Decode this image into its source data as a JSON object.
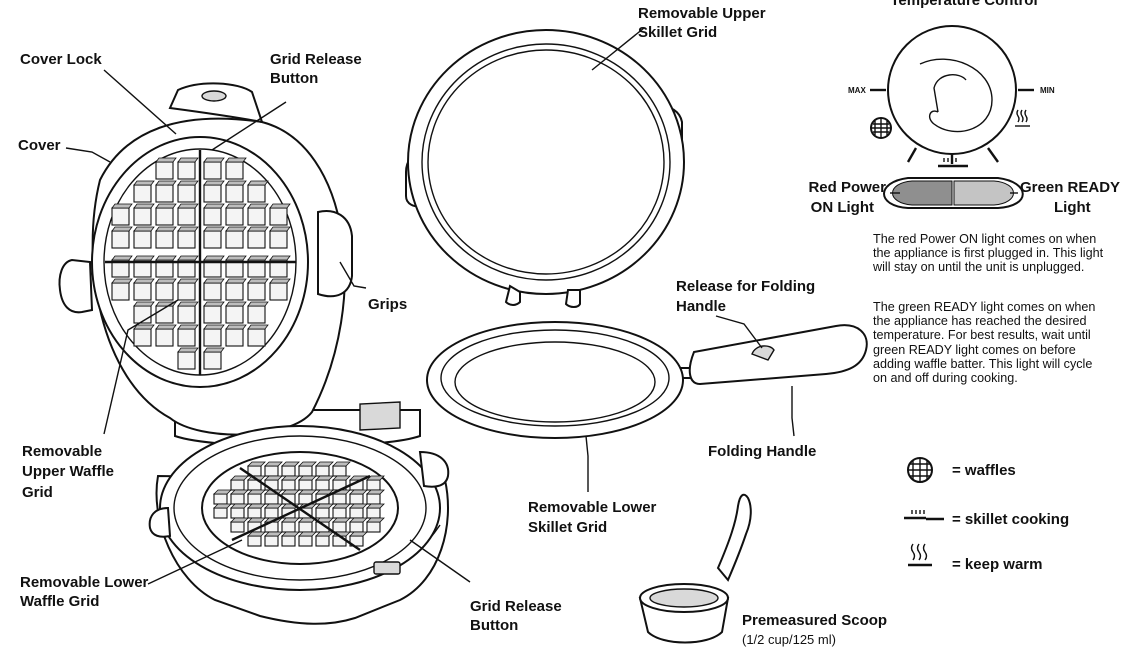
{
  "labels": {
    "cover_lock": "Cover Lock",
    "grid_release_button_top": [
      "Grid Release",
      "Button"
    ],
    "cover": "Cover",
    "grips": "Grips",
    "removable_upper_waffle_grid": [
      "Removable",
      "Upper Waffle",
      "Grid"
    ],
    "removable_lower_waffle_grid": [
      "Removable Lower",
      "Waffle Grid"
    ],
    "grid_release_button_bottom": [
      "Grid Release",
      "Button"
    ],
    "removable_upper_skillet_grid": [
      "Removable Upper",
      "Skillet Grid"
    ],
    "release_for_folding_handle": [
      "Release for Folding",
      "Handle"
    ],
    "folding_handle": "Folding Handle",
    "removable_lower_skillet_grid": [
      "Removable Lower",
      "Skillet Grid"
    ],
    "premeasured_scoop": "Premeasured Scoop",
    "premeasured_scoop_size": "(1/2 cup/125 ml)",
    "temperature_control": "Temperature Control",
    "dial_max": "MAX",
    "dial_min": "MIN",
    "red_power_on_light": [
      "Red Power",
      "ON Light"
    ],
    "green_ready_light": [
      "Green READY",
      "Light"
    ]
  },
  "descriptions": {
    "power_on": "The red Power ON light comes on when the appliance is first plugged in. This light will stay on until the unit is unplugged.",
    "ready": "The green READY light comes on when the appliance has reached the desired temperature. For best results, wait until green READY light comes on before adding waffle batter. This light will cycle on and off during cooking."
  },
  "legend": [
    {
      "icon": "waffle-setting-icon",
      "text": "= waffles"
    },
    {
      "icon": "skillet-setting-icon",
      "text": "= skillet cooking"
    },
    {
      "icon": "keep-warm-icon",
      "text": "= keep warm"
    }
  ],
  "colors": {
    "power_light": "#8f8f8f",
    "ready_light": "#c4c4c4"
  }
}
